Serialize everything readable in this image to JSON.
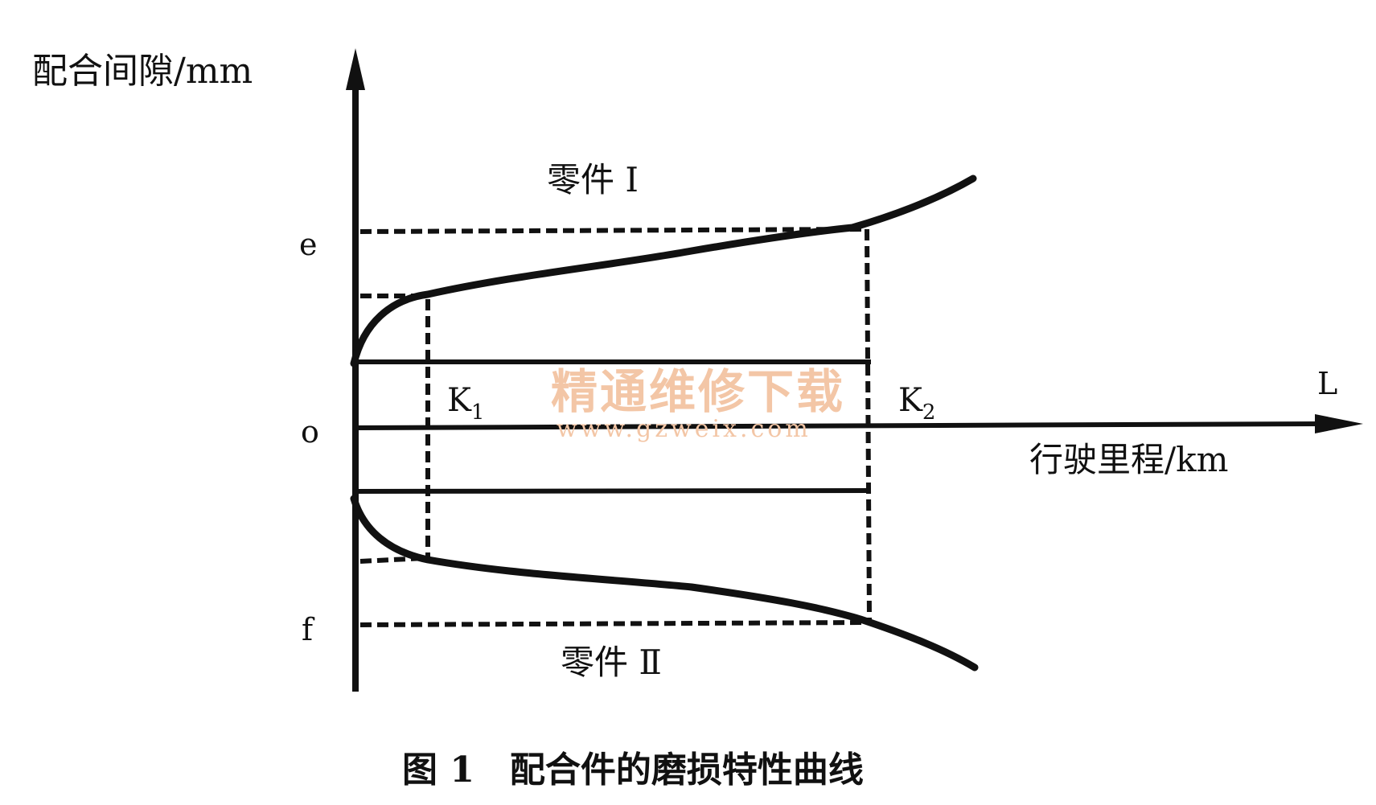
{
  "axis": {
    "y_label": "配合间隙/mm",
    "x_letter": "L",
    "x_label": "行驶里程/km",
    "ticks": {
      "e": "e",
      "o": "o",
      "f": "f"
    }
  },
  "parts": {
    "upper": "零件 Ⅰ",
    "lower": "零件 Ⅱ"
  },
  "points": {
    "k1_main": "K",
    "k1_sub": "1",
    "k2_main": "K",
    "k2_sub": "2"
  },
  "watermark": {
    "line1": "精通维修下载",
    "line2": "www.gzweix.com"
  },
  "caption": "图 1　配合件的磨损特性曲线",
  "colors": {
    "ink": "#111111",
    "watermark": "#f3c6a6"
  }
}
